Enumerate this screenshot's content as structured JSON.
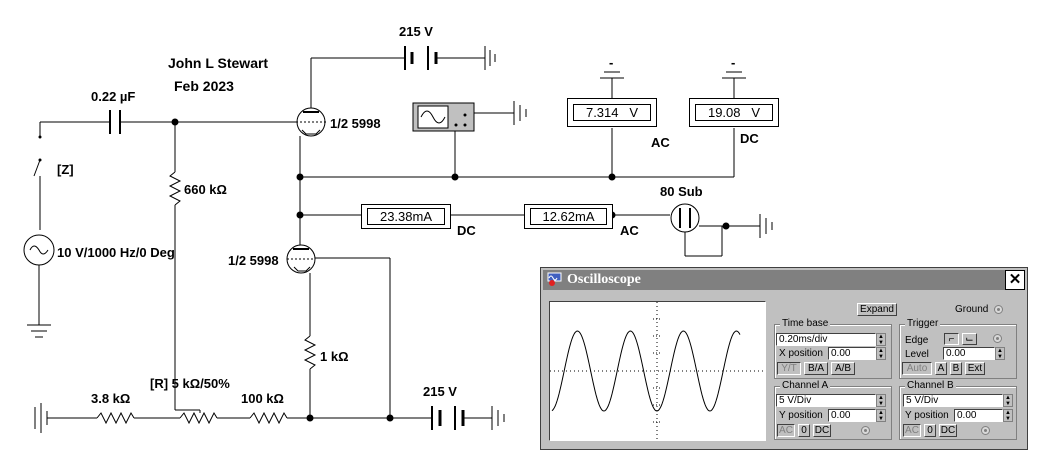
{
  "schematic": {
    "author": "John L Stewart",
    "date": "Feb 2023",
    "coupling_cap": "0.22 µF",
    "switch_label": "[Z]",
    "resistor_grid": "660 kΩ",
    "source_label": "10 V/1000 Hz/0 Deg",
    "tube_upper": "1/2 5998",
    "tube_lower": "1/2 5998",
    "supply_top": "215 V",
    "supply_bottom": "215 V",
    "rectifier": "80 Sub",
    "resistor_cathode": "1 kΩ",
    "resistor_left": "3.8 kΩ",
    "pot": "[R] 5 kΩ/50%",
    "resistor_right": "100 kΩ",
    "meter_ac_v": {
      "value": "7.314",
      "unit": "V",
      "mode": "AC"
    },
    "meter_dc_v": {
      "value": "19.08",
      "unit": "V",
      "mode": "DC"
    },
    "meter_dc_a": {
      "value": "23.38m",
      "unit": "A",
      "mode": "DC"
    },
    "meter_ac_a": {
      "value": "12.62m",
      "unit": "A",
      "mode": "AC"
    },
    "ground_bar": "-"
  },
  "oscilloscope": {
    "title": "Oscilloscope",
    "close": "✕",
    "expand": "Expand",
    "ground": "Ground",
    "timebase": {
      "title": "Time base",
      "value": "0.20ms/div",
      "xpos_label": "X position",
      "xpos": "0.00",
      "modes": [
        "Y/T",
        "B/A",
        "A/B"
      ]
    },
    "trigger": {
      "title": "Trigger",
      "edge_label": "Edge",
      "edge_buttons": [
        "⌐",
        "⌙"
      ],
      "level_label": "Level",
      "level": "0.00",
      "modes": [
        "Auto",
        "A",
        "B",
        "Ext"
      ]
    },
    "channel_a": {
      "title": "Channel A",
      "value": "5  V/Div",
      "ypos_label": "Y position",
      "ypos": "0.00",
      "coupling": [
        "AC",
        "0",
        "DC"
      ]
    },
    "channel_b": {
      "title": "Channel B",
      "value": "5  V/Div",
      "ypos_label": "Y position",
      "ypos": "0.00",
      "coupling": [
        "AC",
        "0",
        "DC"
      ]
    },
    "trace_color": "#000000",
    "background_color": "#c0c0c0"
  }
}
